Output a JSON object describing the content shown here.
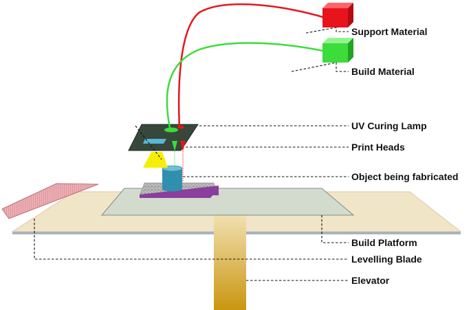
{
  "labels": {
    "support_material": "Support Material",
    "build_material": "Build Material",
    "uv_curing_lamp": "UV Curing Lamp",
    "print_heads": "Print Heads",
    "object_being_fabricated": "Object being fabricated",
    "build_platform": "Build Platform",
    "levelling_blade": "Levelling Blade",
    "elevator": "Elevator"
  },
  "colors": {
    "support": "#e8141b",
    "build": "#3bdc3b",
    "base_plate": "#f1e5c8",
    "glass_platform": "#cfdacd",
    "elevator_top": "#f2e2b6",
    "elevator_bottom": "#c9960f",
    "head": "#37473a",
    "uv": "#f5ef08",
    "object": "#2f90ad",
    "tray": "#8a3f9c",
    "blade": "#e9a2a8"
  }
}
